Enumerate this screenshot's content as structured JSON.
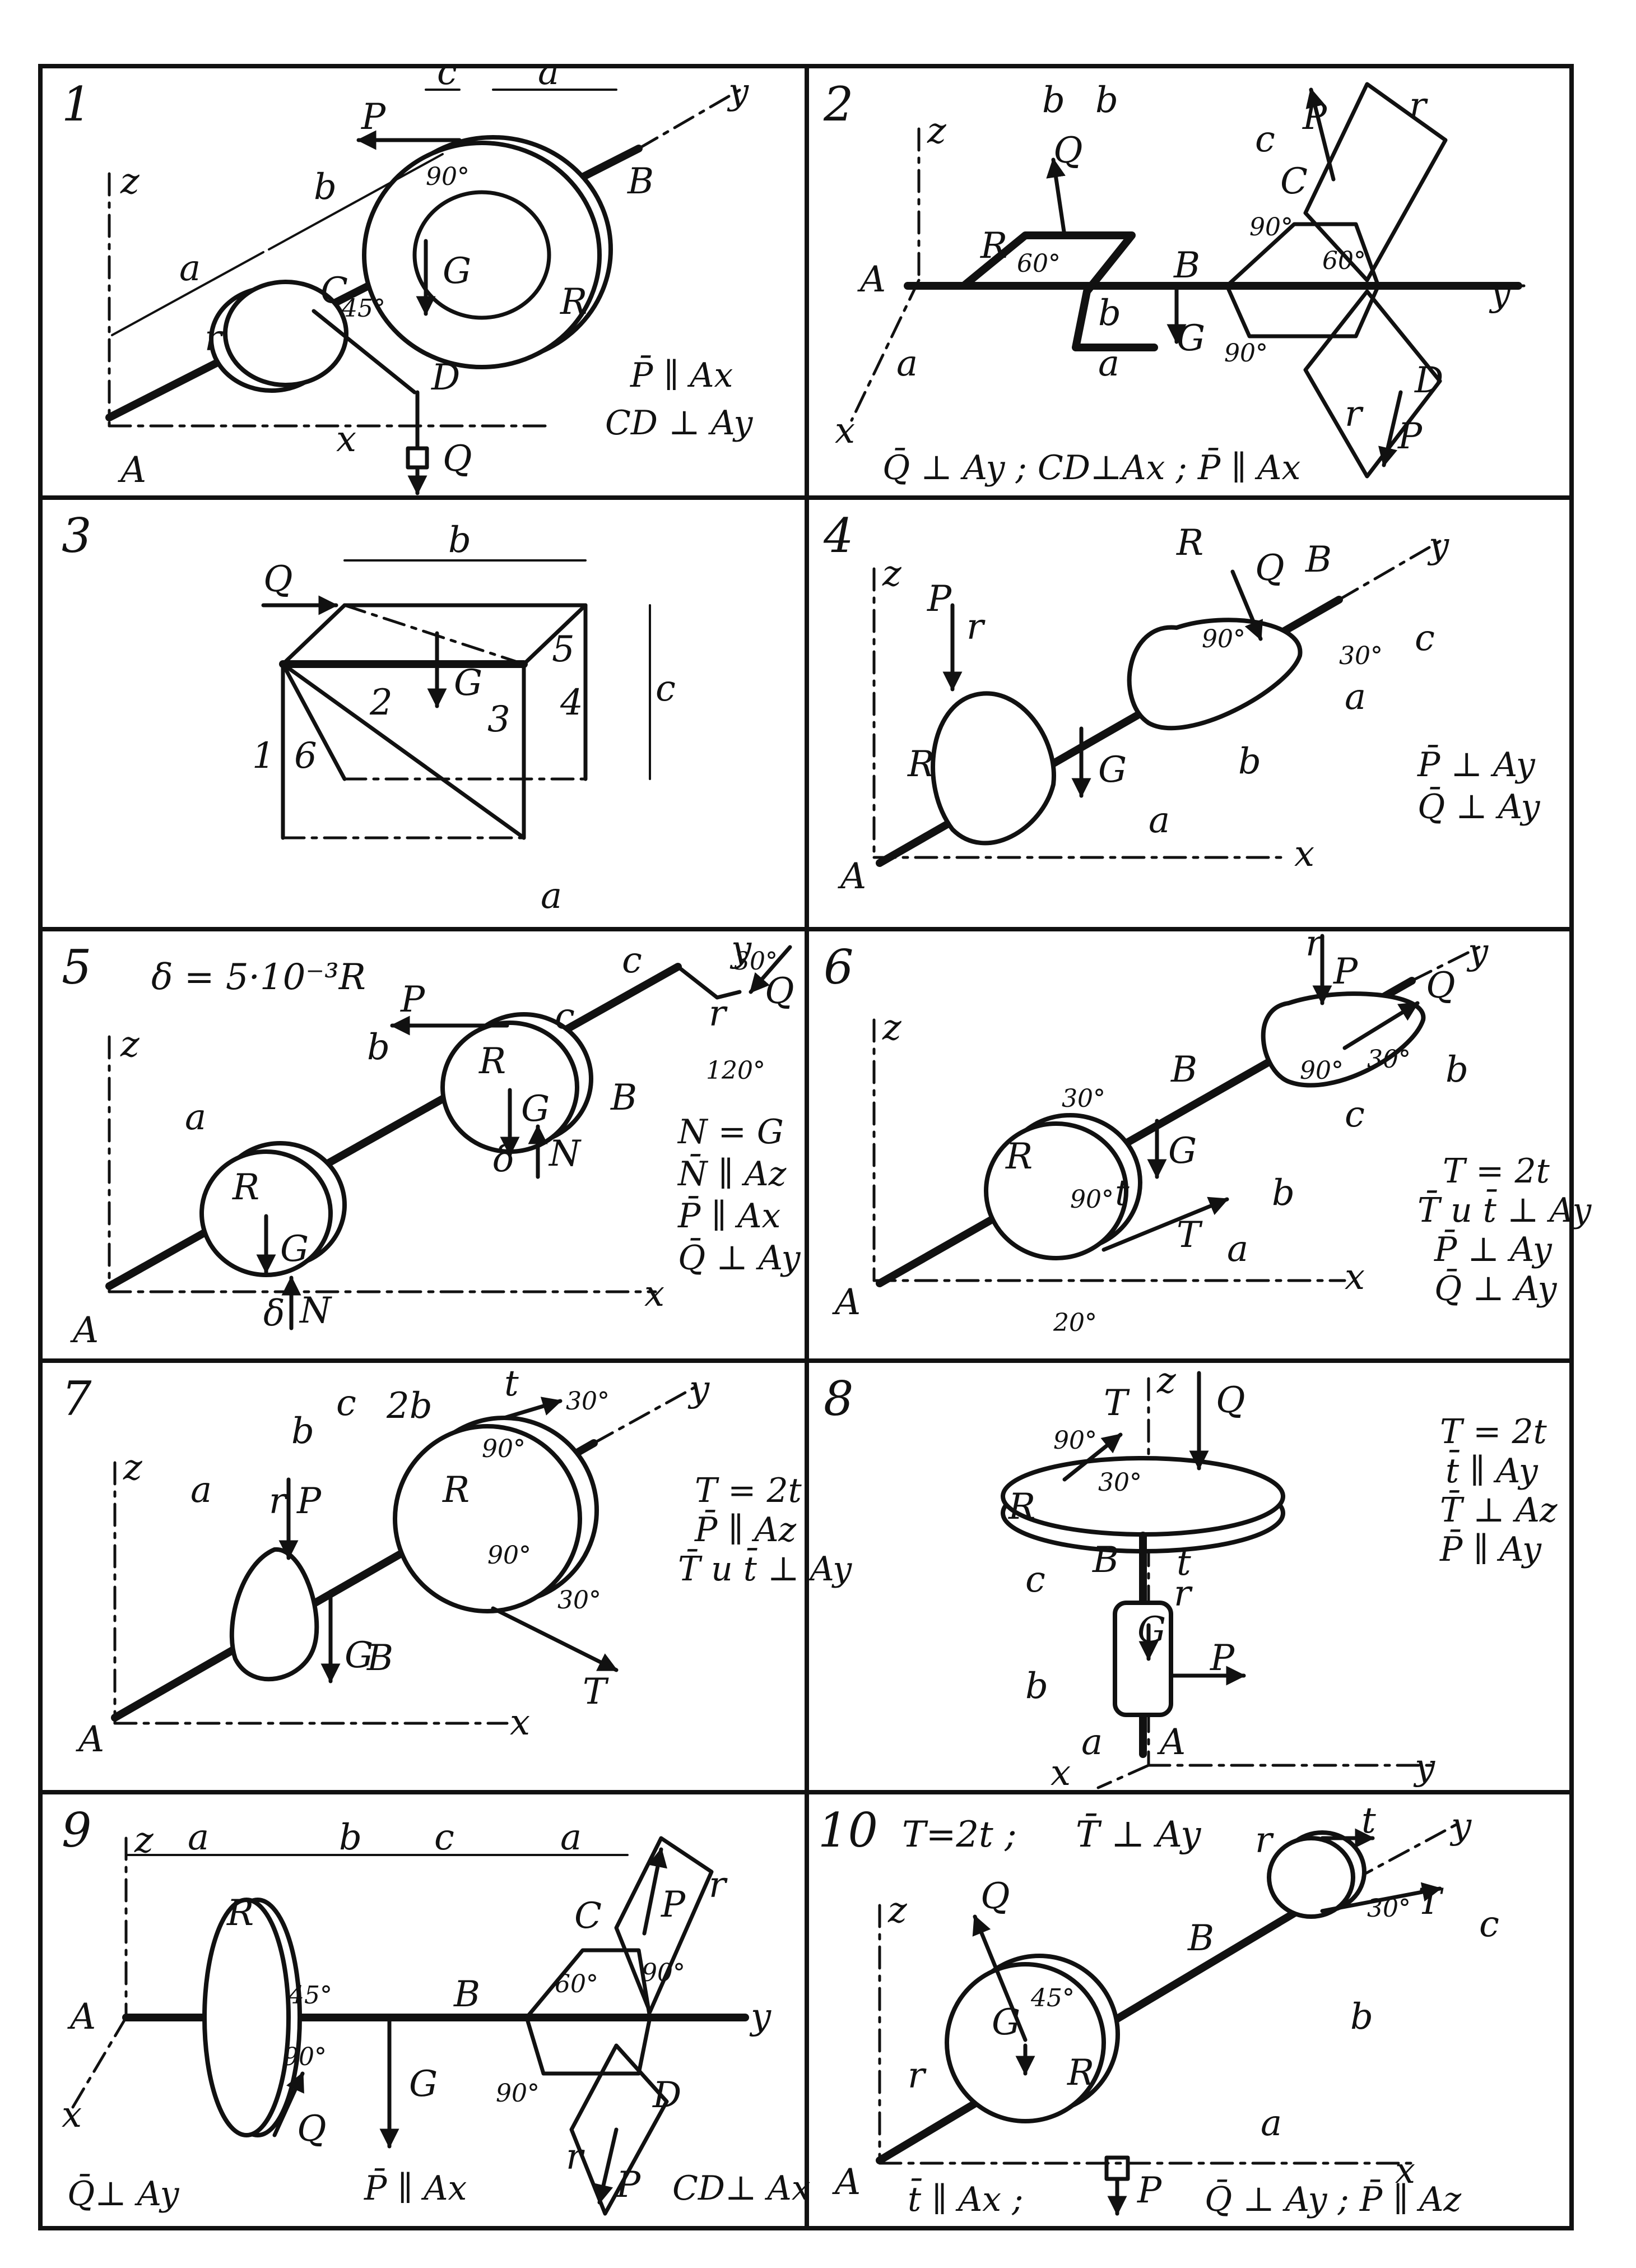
{
  "panels": [
    {
      "number": "1",
      "labels": {
        "A": "A",
        "B": "B",
        "C": "C",
        "D": "D",
        "G": "G",
        "P": "P",
        "Q": "Q",
        "R": "R",
        "r": "r",
        "x": "x",
        "y": "y",
        "z": "z",
        "a1": "a",
        "a2": "a",
        "b": "b",
        "c": "c",
        "ang1": "90°",
        "ang2": "45°"
      },
      "conditions": [
        "P̄ ∥ Ax",
        "CD ⊥ Ay"
      ]
    },
    {
      "number": "2",
      "labels": {
        "A": "A",
        "B": "B",
        "C": "C",
        "D": "D",
        "G": "G",
        "P1": "P",
        "P2": "P",
        "Q": "Q",
        "R": "R",
        "r1": "r",
        "r2": "r",
        "x": "x",
        "y": "y",
        "z": "z",
        "a1": "a",
        "a2": "a",
        "b1": "b",
        "b2": "b",
        "b3": "b",
        "c": "c",
        "ang1": "60°",
        "ang2": "90°",
        "ang3": "60°",
        "ang4": "90°"
      },
      "conditions": [
        "Q̄ ⊥ Ay ; CD⊥Ax ; P̄ ∥ Ax"
      ]
    },
    {
      "number": "3",
      "labels": {
        "Q": "Q",
        "G": "G",
        "b": "b",
        "c": "c",
        "a": "a",
        "m1": "1",
        "m2": "2",
        "m3": "3",
        "m4": "4",
        "m5": "5",
        "m6": "6"
      },
      "conditions": []
    },
    {
      "number": "4",
      "labels": {
        "A": "A",
        "B": "B",
        "G": "G",
        "P": "P",
        "Q": "Q",
        "R1": "R",
        "R2": "R",
        "r": "r",
        "x": "x",
        "y": "y",
        "z": "z",
        "a1": "a",
        "a2": "a",
        "b": "b",
        "c": "c",
        "ang1": "90°",
        "ang2": "30°"
      },
      "conditions": [
        "P̄ ⊥ Ay",
        "Q̄ ⊥ Ay"
      ]
    },
    {
      "number": "5",
      "formula": "δ = 5·10⁻³R",
      "labels": {
        "A": "A",
        "B": "B",
        "G1": "G",
        "G2": "G",
        "N1": "N",
        "N2": "N",
        "P": "P",
        "Q": "Q",
        "R1": "R",
        "R2": "R",
        "r": "r",
        "x": "x",
        "y": "y",
        "z": "z",
        "a": "a",
        "b": "b",
        "c1": "c",
        "c2": "c",
        "d1": "δ",
        "d2": "δ",
        "ang1": "30°",
        "ang2": "120°"
      },
      "conditions": [
        "N = G",
        "N̄ ∥ Az",
        "P̄ ∥ Ax",
        "Q̄ ⊥ Ay"
      ]
    },
    {
      "number": "6",
      "labels": {
        "A": "A",
        "B": "B",
        "G": "G",
        "P": "P",
        "Q": "Q",
        "R": "R",
        "r": "r",
        "T": "T",
        "t": "t",
        "x": "x",
        "y": "y",
        "z": "z",
        "a": "a",
        "b1": "b",
        "b2": "b",
        "c": "c",
        "ang1": "30°",
        "ang2": "90°",
        "ang3": "20°",
        "ang4": "90°",
        "ang5": "30°"
      },
      "conditions": [
        "T = 2t",
        "T̄ и t̄ ⊥ Ay",
        "P̄ ⊥ Ay",
        "Q̄ ⊥ Ay"
      ]
    },
    {
      "number": "7",
      "labels": {
        "A": "A",
        "B": "B",
        "G": "G",
        "P": "P",
        "R": "R",
        "r": "r",
        "T": "T",
        "t": "t",
        "x": "x",
        "y": "y",
        "z": "z",
        "a": "a",
        "b": "b",
        "b2": "2b",
        "c": "c",
        "ang1": "30°",
        "ang2": "90°",
        "ang3": "90°",
        "ang4": "30°"
      },
      "conditions": [
        "T = 2t",
        "P̄ ∥ Az",
        "T̄ и t̄ ⊥ Ay"
      ]
    },
    {
      "number": "8",
      "labels": {
        "A": "A",
        "B": "B",
        "G": "G",
        "P": "P",
        "Q": "Q",
        "R": "R",
        "r": "r",
        "T": "T",
        "t": "t",
        "x": "x",
        "y": "y",
        "z": "z",
        "a": "a",
        "b": "b",
        "c": "c",
        "ang1": "90°",
        "ang2": "30°"
      },
      "conditions": [
        "T = 2t",
        "t̄ ∥ Ay",
        "T̄ ⊥ Az",
        "P̄ ∥ Ay"
      ]
    },
    {
      "number": "9",
      "labels": {
        "A": "A",
        "B": "B",
        "C": "C",
        "D": "D",
        "G": "G",
        "P1": "P",
        "P2": "P",
        "Q": "Q",
        "R": "R",
        "r1": "r",
        "r2": "r",
        "x": "x",
        "y": "y",
        "z": "z",
        "a1": "a",
        "a2": "a",
        "b": "b",
        "c": "c",
        "ang1": "45°",
        "ang2": "90°",
        "ang3": "60°",
        "ang4": "90°",
        "ang5": "90°"
      },
      "conditions": [
        "Q̄⊥ Ay",
        "P̄ ∥ Ax",
        "CD⊥ Ax"
      ]
    },
    {
      "number": "10",
      "formula": "T=2t ;",
      "formula2": "T̄ ⊥ Ay",
      "labels": {
        "A": "A",
        "B": "B",
        "G": "G",
        "P": "P",
        "Q": "Q",
        "R": "R",
        "r1": "r",
        "r2": "r",
        "T": "T",
        "t": "t",
        "x": "x",
        "y": "y",
        "z": "z",
        "a": "a",
        "b": "b",
        "c": "c",
        "ang1": "45°",
        "ang2": "30°"
      },
      "conditions": [
        "t̄ ∥ Ax ;",
        "Q̄ ⊥ Ay ; P̄ ∥ Az"
      ]
    }
  ]
}
